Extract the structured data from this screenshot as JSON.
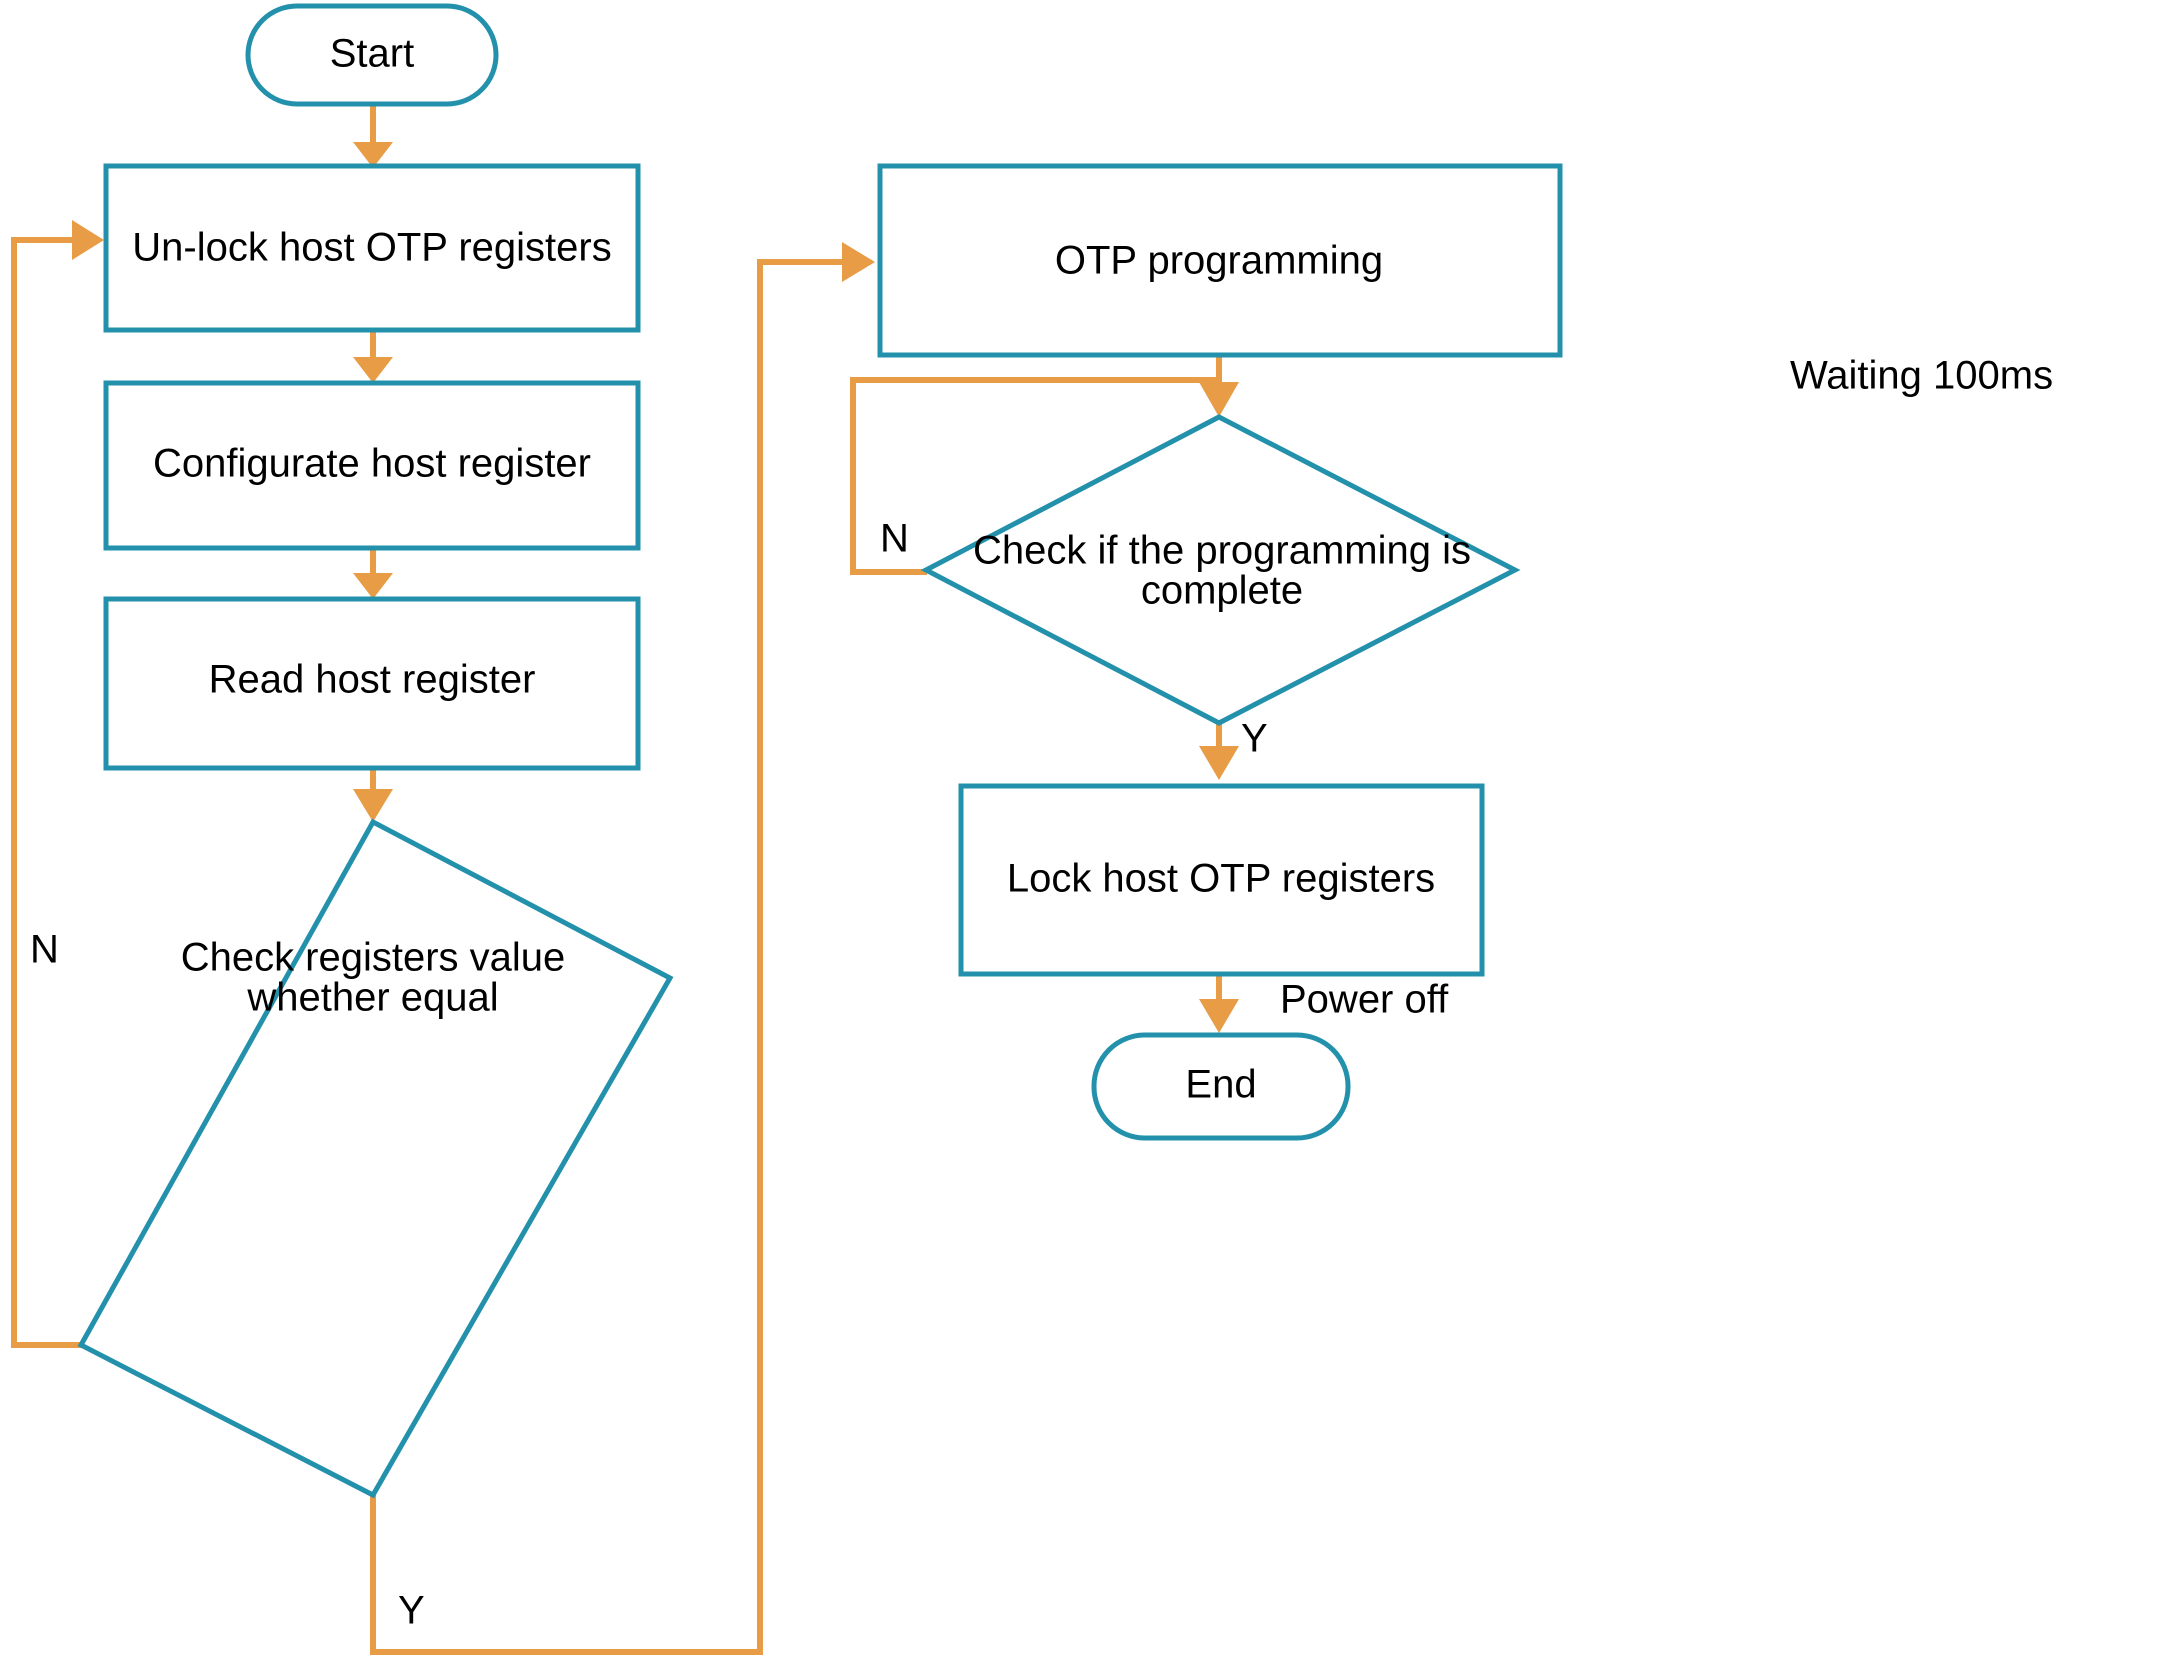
{
  "diagram": {
    "title": "OTP programming flowchart",
    "colors": {
      "shape_stroke": "#2391ab",
      "connector": "#e79c45",
      "text": "#000000",
      "background": "#ffffff"
    },
    "nodes": {
      "start": {
        "label": "Start",
        "shape": "terminator"
      },
      "unlock": {
        "label": "Un-lock host OTP registers",
        "shape": "process"
      },
      "configurate": {
        "label": "Configurate host register",
        "shape": "process"
      },
      "read": {
        "label": "Read host register",
        "shape": "process"
      },
      "check_equal_line1": {
        "label": "Check registers value",
        "shape": "decision"
      },
      "check_equal_line2": {
        "label": "whether equal",
        "shape": "decision"
      },
      "otp_programming": {
        "label": "OTP programming",
        "shape": "process"
      },
      "check_complete_line1": {
        "label": "Check if the programming is",
        "shape": "decision"
      },
      "check_complete_line2": {
        "label": "complete",
        "shape": "decision"
      },
      "lock": {
        "label": "Lock host OTP registers",
        "shape": "process"
      },
      "end": {
        "label": "End",
        "shape": "terminator"
      }
    },
    "edge_labels": {
      "check_equal_no": "N",
      "check_equal_yes": "Y",
      "waiting": "Waiting 100ms",
      "check_complete_no": "N",
      "check_complete_yes": "Y",
      "power_off": "Power off"
    }
  }
}
